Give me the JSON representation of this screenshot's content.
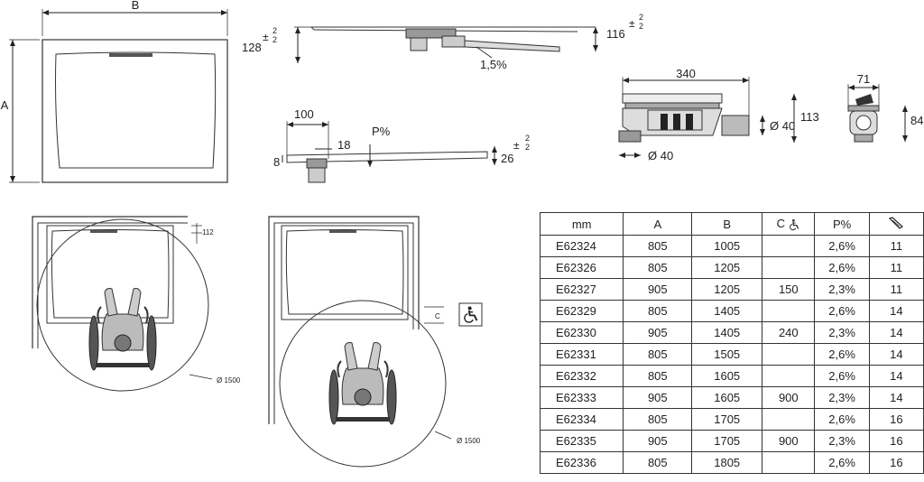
{
  "plan": {
    "dim_a": "A",
    "dim_b": "B"
  },
  "section_long": {
    "height": "128",
    "tol_plus": "2",
    "tol_minus": "2",
    "height_right": "116",
    "tol_right_plus": "2",
    "tol_right_minus": "2",
    "slope": "1,5%"
  },
  "section_short": {
    "width": "100",
    "depth": "18",
    "edge": "8",
    "slope_label": "P%",
    "thickness": "26",
    "tol_plus": "2",
    "tol_minus": "2"
  },
  "waste_side": {
    "length": "340",
    "pipe_right": "Ø 40",
    "pipe_bottom": "Ø 40",
    "height": "113"
  },
  "waste_front": {
    "width": "71",
    "height": "84"
  },
  "layout_left": {
    "clearance": "112",
    "circle": "Ø 1500"
  },
  "layout_right": {
    "clearance_label": "C",
    "circle": "Ø 1500"
  },
  "table": {
    "headers": {
      "code": "mm",
      "a": "A",
      "b": "B",
      "c": "C",
      "p": "P%"
    },
    "rows": [
      {
        "code": "E62324",
        "a": "805",
        "b": "1005",
        "c": "",
        "p": "2,6%",
        "g": "11"
      },
      {
        "code": "E62326",
        "a": "805",
        "b": "1205",
        "c": "",
        "p": "2,6%",
        "g": "11"
      },
      {
        "code": "E62327",
        "a": "905",
        "b": "1205",
        "c": "150",
        "p": "2,3%",
        "g": "11"
      },
      {
        "code": "E62329",
        "a": "805",
        "b": "1405",
        "c": "",
        "p": "2,6%",
        "g": "14"
      },
      {
        "code": "E62330",
        "a": "905",
        "b": "1405",
        "c": "240",
        "p": "2,3%",
        "g": "14"
      },
      {
        "code": "E62331",
        "a": "805",
        "b": "1505",
        "c": "",
        "p": "2,6%",
        "g": "14"
      },
      {
        "code": "E62332",
        "a": "805",
        "b": "1605",
        "c": "",
        "p": "2,6%",
        "g": "14"
      },
      {
        "code": "E62333",
        "a": "905",
        "b": "1605",
        "c": "900",
        "p": "2,3%",
        "g": "14"
      },
      {
        "code": "E62334",
        "a": "805",
        "b": "1705",
        "c": "",
        "p": "2,6%",
        "g": "16"
      },
      {
        "code": "E62335",
        "a": "905",
        "b": "1705",
        "c": "900",
        "p": "2,3%",
        "g": "16"
      },
      {
        "code": "E62336",
        "a": "805",
        "b": "1805",
        "c": "",
        "p": "2,6%",
        "g": "16"
      }
    ]
  },
  "icons": {
    "wheelchair": "wheelchair-icon",
    "grate": "drain-grate-icon"
  }
}
